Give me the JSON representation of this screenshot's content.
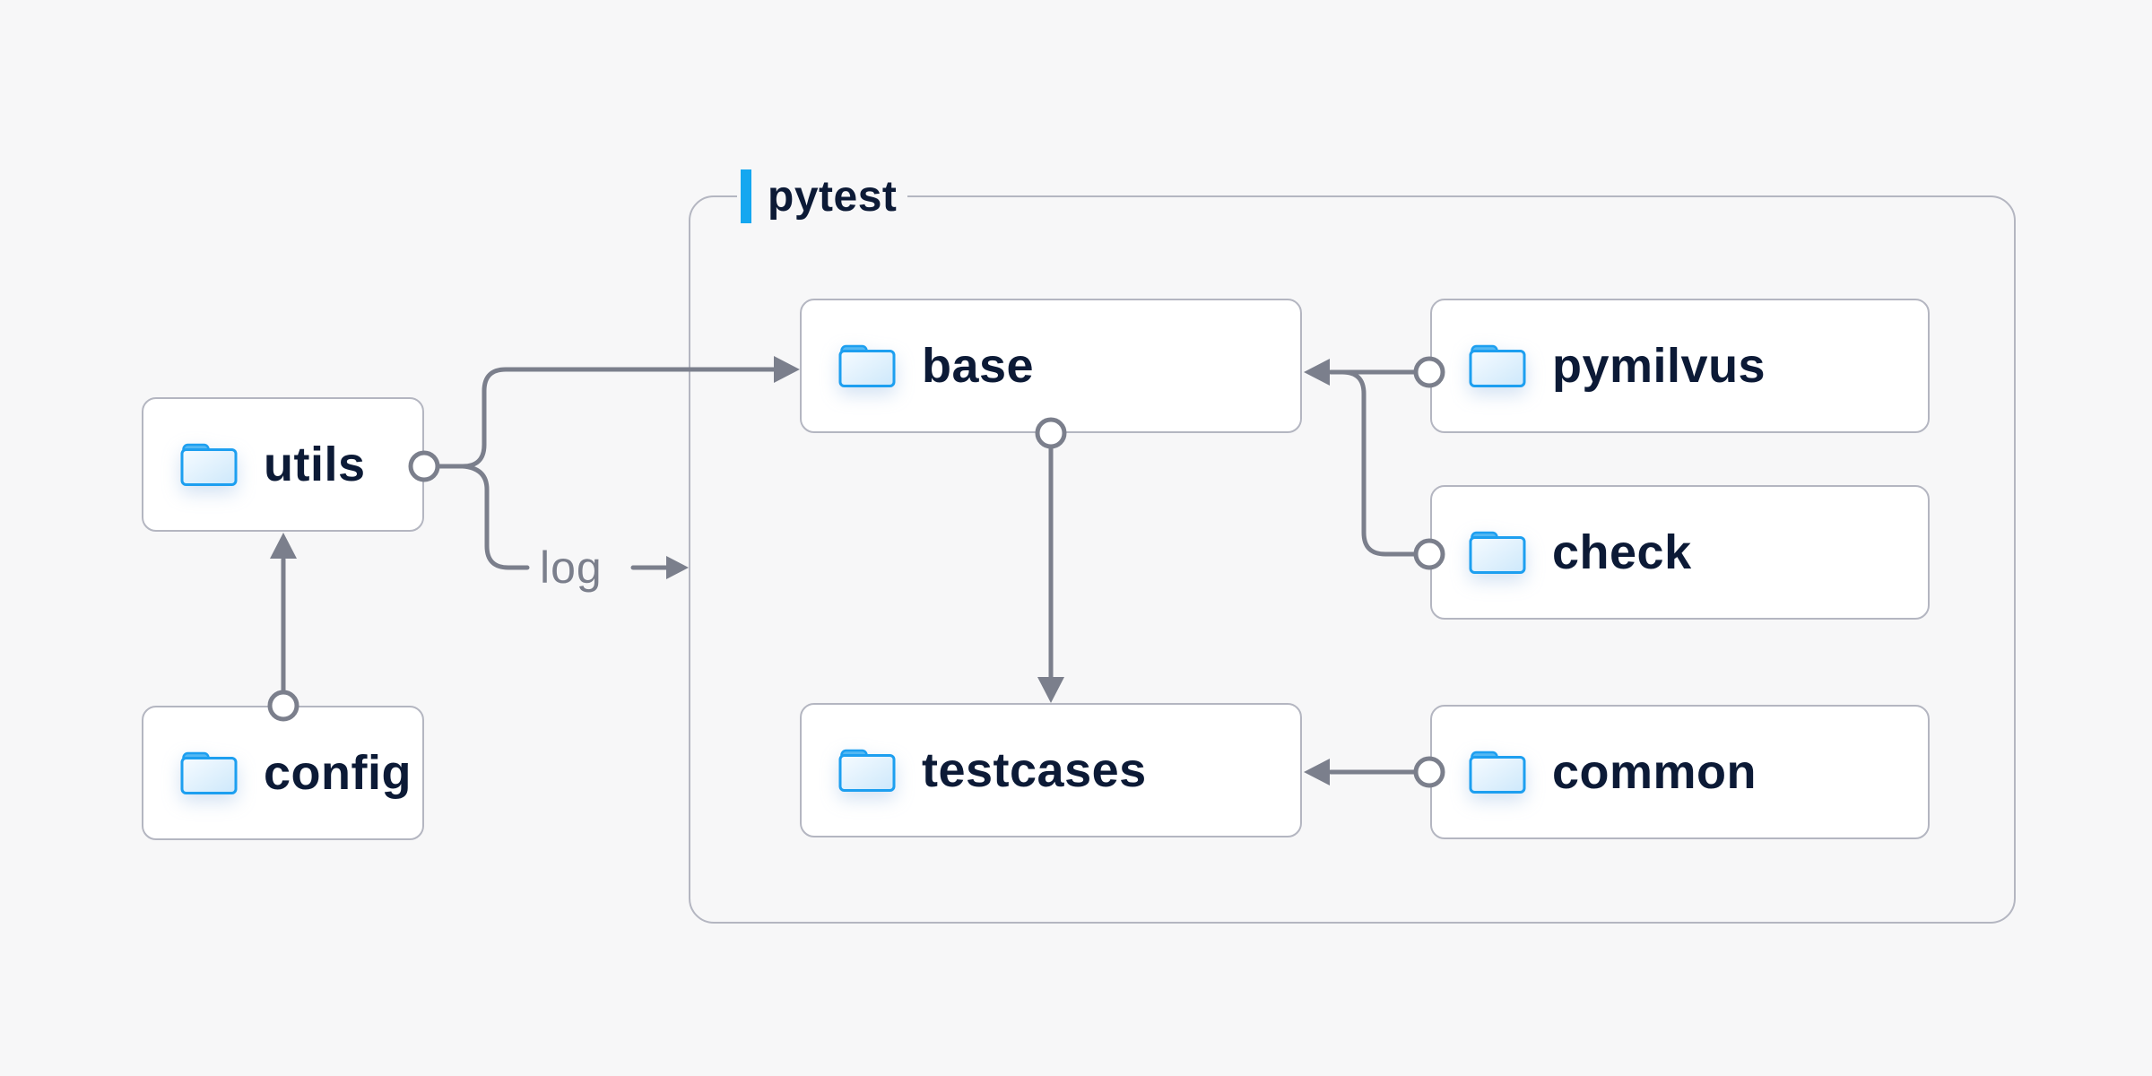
{
  "diagram": {
    "group": {
      "label": "pytest"
    },
    "nodes": {
      "utils": {
        "label": "utils"
      },
      "config": {
        "label": "config"
      },
      "base": {
        "label": "base"
      },
      "testcases": {
        "label": "testcases"
      },
      "pymilvus": {
        "label": "pymilvus"
      },
      "check": {
        "label": "check"
      },
      "common": {
        "label": "common"
      }
    },
    "edges": {
      "log_label": "log"
    },
    "colors": {
      "background": "#f7f7f8",
      "node_fill": "#ffffff",
      "node_border": "#b4b6c1",
      "group_border": "#b4b6c1",
      "accent_blue_bar": "#15a7f0",
      "folder_stroke_blue": "#1d9ff0",
      "folder_tab_blue": "#55b8f3",
      "wire_gray": "#7b7f8c",
      "text_navy": "#0c1a36",
      "edge_label_gray": "#7b7f8c"
    }
  }
}
